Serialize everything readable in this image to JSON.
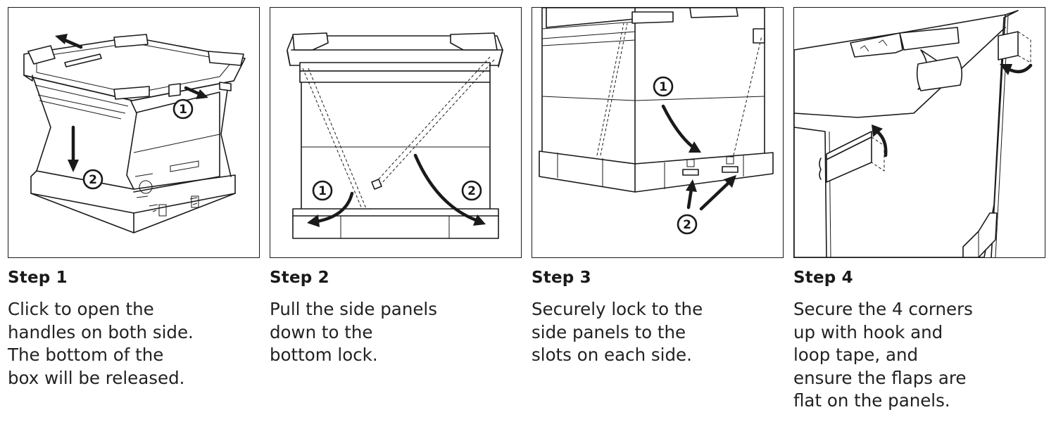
{
  "steps": [
    {
      "title": "Step 1",
      "description_lines": [
        "Click to open the",
        "handles on both side.",
        "The bottom of the",
        "box will be released."
      ],
      "markers": [
        "1",
        "2"
      ]
    },
    {
      "title": "Step 2",
      "description_lines": [
        "Pull the side panels",
        "down to the",
        "bottom lock."
      ],
      "markers": [
        "1",
        "2"
      ]
    },
    {
      "title": "Step 3",
      "description_lines": [
        "Securely lock to the",
        "side panels to the",
        "slots on each side."
      ],
      "markers": [
        "1",
        "2"
      ]
    },
    {
      "title": "Step 4",
      "description_lines": [
        "Secure the 4 corners",
        "up with hook and",
        "loop tape, and",
        "ensure the flaps are",
        "flat on the panels."
      ],
      "markers": []
    }
  ],
  "icons": {
    "arrow": "arrow-icon",
    "step_marker": "numbered-circle-icon"
  }
}
